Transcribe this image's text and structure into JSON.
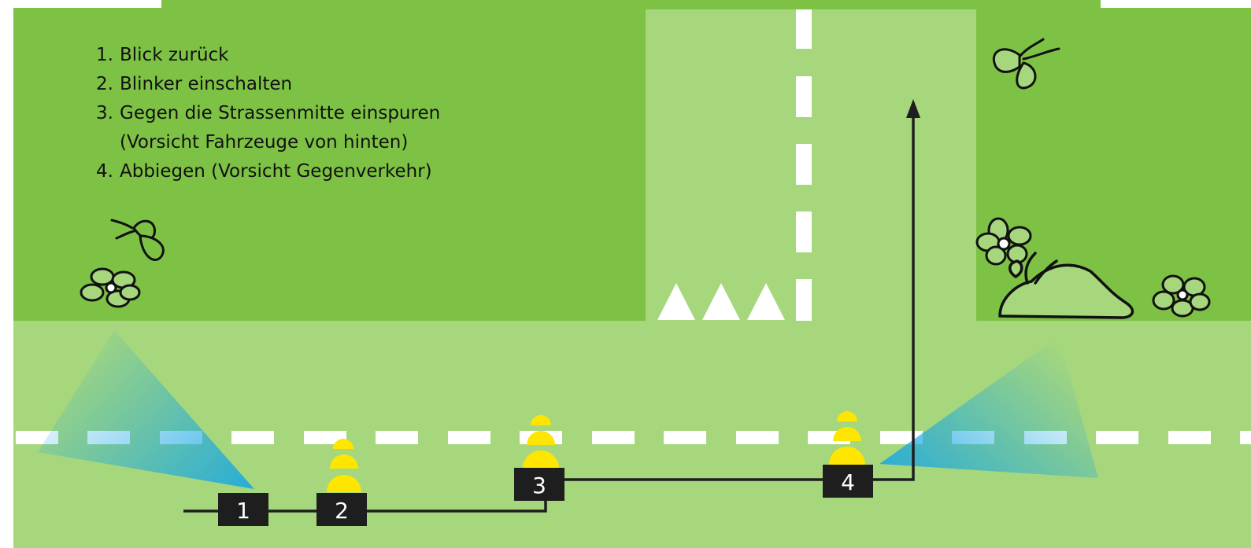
{
  "steps": [
    {
      "number": "1.",
      "text": "Blick zurück"
    },
    {
      "number": "2.",
      "text": "Blinker einschalten"
    },
    {
      "number": "3.",
      "text": "Gegen die Strassenmitte einspuren"
    },
    {
      "number": "",
      "text": "(Vorsicht Fahrzeuge von hinten)"
    },
    {
      "number": "4.",
      "text": "Abbiegen (Vorsicht Gegenverkehr)"
    }
  ],
  "positions": [
    {
      "label": "1"
    },
    {
      "label": "2"
    },
    {
      "label": "3"
    },
    {
      "label": "4"
    }
  ],
  "colors": {
    "grass": "#7dc244",
    "road": "#a6d77c",
    "lane_marking": "#ffffff",
    "signal": "#ffe600",
    "view_cone": "#19a7e3",
    "marker": "#1e1e1e"
  }
}
